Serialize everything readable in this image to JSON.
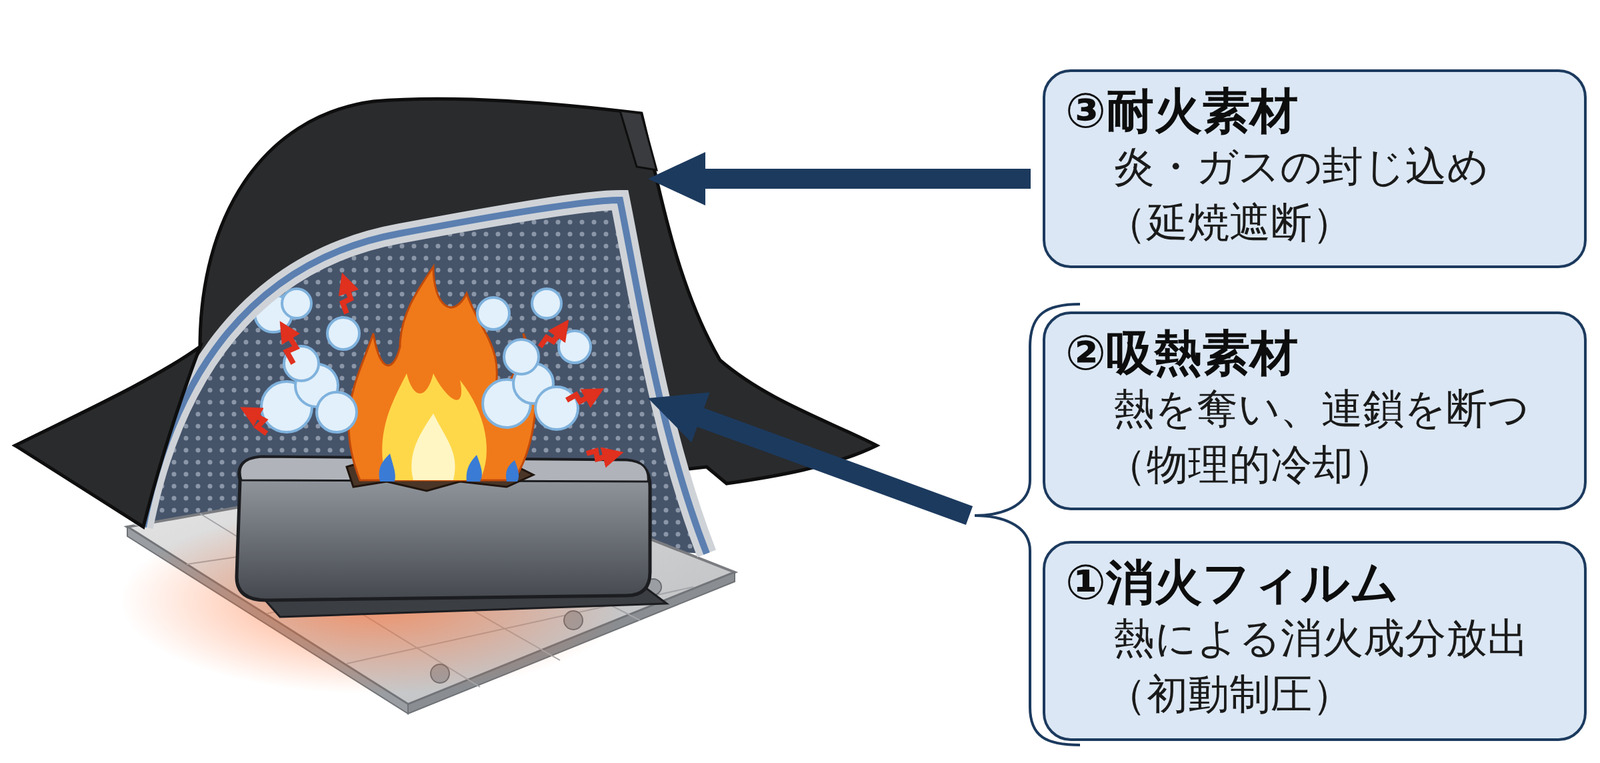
{
  "diagram": {
    "nodes": [
      {
        "text": [
          "③耐火素材",
          "炎・ガスの封じ込め",
          "（延焼遮断）"
        ]
      },
      {
        "text": [
          "②吸熱素材",
          "熱を奪い、連鎖を断つ",
          "（物理的冷却）"
        ]
      },
      {
        "text": [
          "①消火フィルム",
          "熱による消火成分放出",
          "（初動制圧）"
        ]
      }
    ]
  }
}
